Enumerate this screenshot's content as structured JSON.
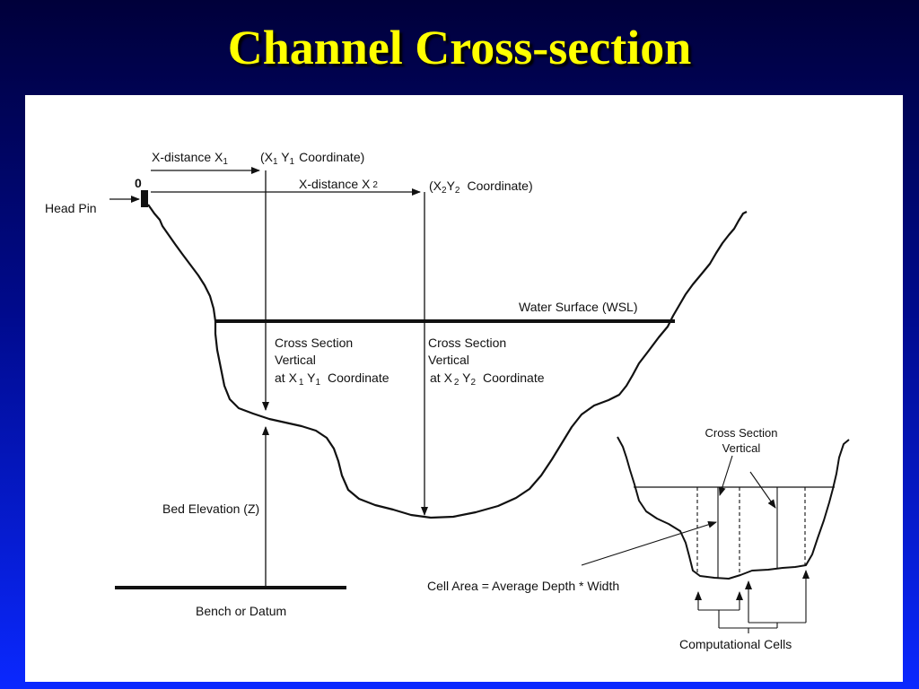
{
  "title": "Channel Cross-section",
  "colors": {
    "title": "#ffff00",
    "background": "#0000aa",
    "panel": "#ffffff",
    "ink": "#111111"
  },
  "labels": {
    "x_distance_1": "X-distance X",
    "x_distance_1_sub": "1",
    "coord_1_open": "(X",
    "coord_1_sub_x": "1",
    "coord_1_y": " Y",
    "coord_1_sub_y": "1",
    "coord_1_word": "Coordinate)",
    "origin_zero": "0",
    "x_distance_2": "X-distance X",
    "x_distance_2_sub": "2",
    "coord_2_open": "(X",
    "coord_2_sub_x": "2",
    "coord_2_y": "Y",
    "coord_2_sub_y": "2",
    "coord_2_word": "Coordinate)",
    "head_pin": "Head Pin",
    "water_surface": "Water Surface (WSL)",
    "vertical_1_line1": "Cross Section",
    "vertical_1_line2": "Vertical",
    "vertical_1_line3": "at X",
    "vertical_1_sub_x": "1",
    "vertical_1_y": " Y",
    "vertical_1_sub_y": "1",
    "vertical_1_word": "Coordinate",
    "vertical_2_line1": "Cross Section",
    "vertical_2_line2": "Vertical",
    "vertical_2_line3": "at X",
    "vertical_2_sub_x": "2",
    "vertical_2_y": " Y",
    "vertical_2_sub_y": "2",
    "vertical_2_word": "Coordinate",
    "bed_elevation": "Bed Elevation (Z)",
    "bench_datum": "Bench or Datum",
    "inset_vertical_line1": "Cross Section",
    "inset_vertical_line2": "Vertical",
    "cell_area": "Cell Area = Average Depth * Width",
    "computational_cells": "Computational Cells"
  }
}
